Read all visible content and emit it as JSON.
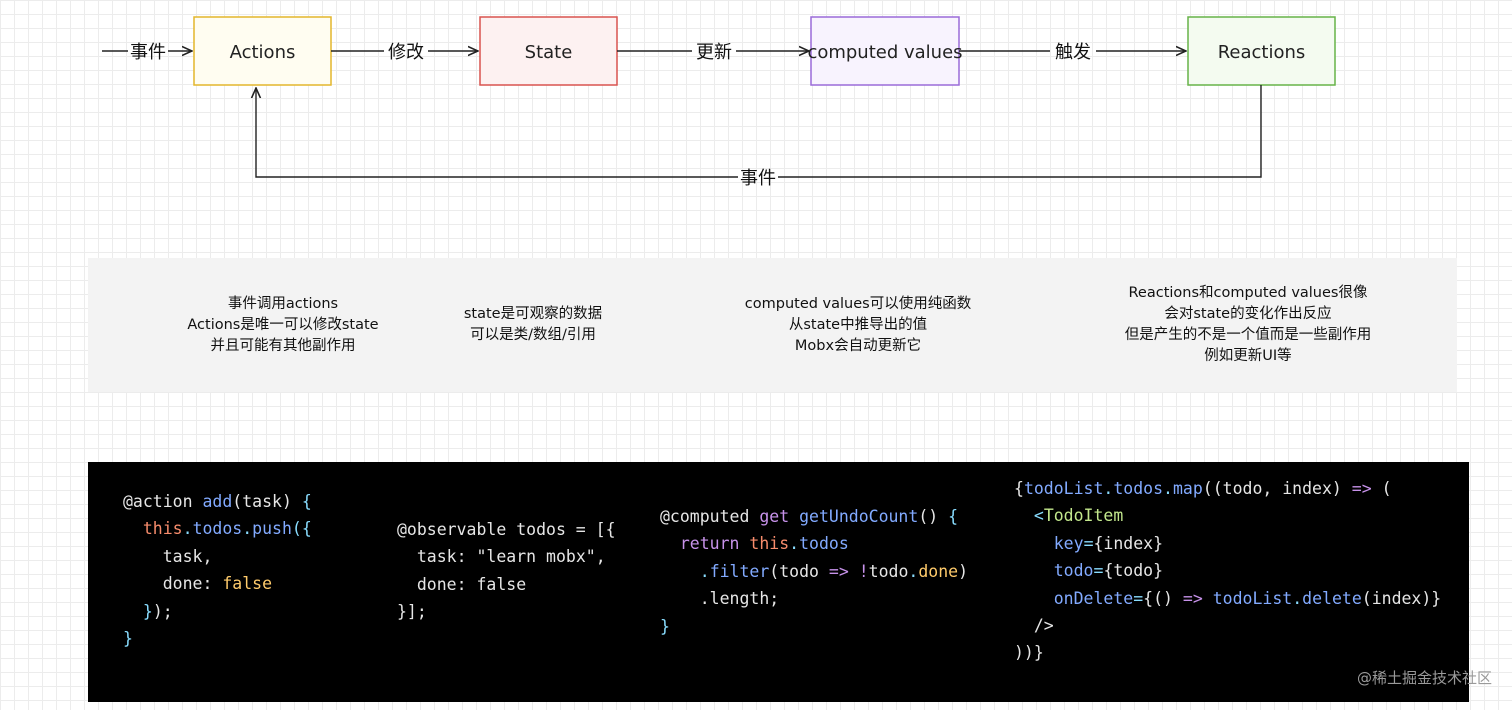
{
  "diagram": {
    "nodes": [
      {
        "id": "actions",
        "label": "Actions",
        "stroke": "#e3b62c",
        "fill": "#fffdf1"
      },
      {
        "id": "state",
        "label": "State",
        "stroke": "#d9534f",
        "fill": "#fdf1f1"
      },
      {
        "id": "computed",
        "label": "computed values",
        "stroke": "#9a6bd8",
        "fill": "#f8f3fe"
      },
      {
        "id": "reactions",
        "label": "Reactions",
        "stroke": "#67b349",
        "fill": "#f4fbf0"
      }
    ],
    "edges": [
      {
        "from": "",
        "to": "actions",
        "label": "事件"
      },
      {
        "from": "actions",
        "to": "state",
        "label": "修改"
      },
      {
        "from": "state",
        "to": "computed",
        "label": "更新"
      },
      {
        "from": "computed",
        "to": "reactions",
        "label": "触发"
      },
      {
        "from": "reactions",
        "to": "actions",
        "label": "事件"
      }
    ]
  },
  "notes": [
    {
      "lines": [
        "事件调用actions",
        "Actions是唯一可以修改state",
        "并且可能有其他副作用"
      ]
    },
    {
      "lines": [
        "state是可观察的数据",
        "可以是类/数组/引用"
      ]
    },
    {
      "lines": [
        "computed values可以使用纯函数",
        "从state中推导出的值",
        "Mobx会自动更新它"
      ]
    },
    {
      "lines": [
        "Reactions和computed values很像",
        "会对state的变化作出反应",
        "但是产生的不是一个值而是一些副作用",
        "例如更新UI等"
      ]
    }
  ],
  "code_blocks": [
    {
      "lines": [
        [
          [
            "c-dec",
            "@action"
          ],
          [
            "c-txt",
            " "
          ],
          [
            "c-fn",
            "add"
          ],
          [
            "c-txt",
            "(task) "
          ],
          [
            "c-punc",
            "{"
          ]
        ],
        [
          [
            "c-txt",
            "  "
          ],
          [
            "c-const",
            "this"
          ],
          [
            "c-punc",
            "."
          ],
          [
            "c-prop",
            "todos"
          ],
          [
            "c-punc",
            "."
          ],
          [
            "c-fn",
            "push"
          ],
          [
            "c-punc",
            "({"
          ]
        ],
        [
          [
            "c-txt",
            "    task,"
          ]
        ],
        [
          [
            "c-txt",
            "    done: "
          ],
          [
            "c-bool",
            "false"
          ]
        ],
        [
          [
            "c-txt",
            "  "
          ],
          [
            "c-punc",
            "}"
          ],
          [
            "c-txt",
            ");"
          ]
        ],
        [
          [
            "c-punc",
            "}"
          ]
        ]
      ]
    },
    {
      "lines": [
        [
          [
            "c-dec",
            "@observable todos = [{"
          ]
        ],
        [
          [
            "c-txt",
            "  task: "
          ],
          [
            "c-str",
            "\"learn mobx\""
          ],
          [
            "c-txt",
            ","
          ]
        ],
        [
          [
            "c-txt",
            "  done: false"
          ]
        ],
        [
          [
            "c-txt",
            "}];"
          ]
        ]
      ]
    },
    {
      "lines": [
        [
          [
            "c-dec",
            "@computed"
          ],
          [
            "c-txt",
            " "
          ],
          [
            "c-kw",
            "get"
          ],
          [
            "c-txt",
            " "
          ],
          [
            "c-fn",
            "getUndoCount"
          ],
          [
            "c-txt",
            "() "
          ],
          [
            "c-punc",
            "{"
          ]
        ],
        [
          [
            "c-txt",
            "  "
          ],
          [
            "c-kw",
            "return"
          ],
          [
            "c-txt",
            " "
          ],
          [
            "c-const",
            "this"
          ],
          [
            "c-punc",
            "."
          ],
          [
            "c-prop",
            "todos"
          ]
        ],
        [
          [
            "c-txt",
            "    "
          ],
          [
            "c-punc",
            "."
          ],
          [
            "c-fn",
            "filter"
          ],
          [
            "c-txt",
            "(todo "
          ],
          [
            "c-op",
            "=>"
          ],
          [
            "c-txt",
            " "
          ],
          [
            "c-op",
            "!"
          ],
          [
            "c-txt",
            "todo"
          ],
          [
            "c-punc",
            "."
          ],
          [
            "c-bool",
            "done"
          ],
          [
            "c-txt",
            ")"
          ]
        ],
        [
          [
            "c-txt",
            "    .length;"
          ]
        ],
        [
          [
            "c-punc",
            "}"
          ]
        ]
      ]
    },
    {
      "lines": [
        [
          [
            "c-txt",
            "{"
          ],
          [
            "c-fn",
            "todoList"
          ],
          [
            "c-punc",
            "."
          ],
          [
            "c-prop",
            "todos"
          ],
          [
            "c-punc",
            "."
          ],
          [
            "c-fn",
            "map"
          ],
          [
            "c-txt",
            "((todo, index) "
          ],
          [
            "c-op",
            "=>"
          ],
          [
            "c-txt",
            " ("
          ]
        ],
        [
          [
            "c-txt",
            "  "
          ],
          [
            "c-punc",
            "<"
          ],
          [
            "c-tag",
            "TodoItem"
          ]
        ],
        [
          [
            "c-txt",
            "    "
          ],
          [
            "c-attr",
            "key"
          ],
          [
            "c-punc",
            "="
          ],
          [
            "c-txt",
            "{index}"
          ]
        ],
        [
          [
            "c-txt",
            "    "
          ],
          [
            "c-attr",
            "todo"
          ],
          [
            "c-punc",
            "="
          ],
          [
            "c-txt",
            "{todo}"
          ]
        ],
        [
          [
            "c-txt",
            "    "
          ],
          [
            "c-attr",
            "onDelete"
          ],
          [
            "c-punc",
            "="
          ],
          [
            "c-txt",
            "{() "
          ],
          [
            "c-op",
            "=>"
          ],
          [
            "c-txt",
            " "
          ],
          [
            "c-fn",
            "todoList"
          ],
          [
            "c-punc",
            "."
          ],
          [
            "c-fn",
            "delete"
          ],
          [
            "c-txt",
            "(index)}"
          ]
        ],
        [
          [
            "c-txt",
            "  />"
          ]
        ],
        [
          [
            "c-txt",
            "))}"
          ]
        ]
      ]
    }
  ],
  "watermark": "@稀土掘金技术社区"
}
